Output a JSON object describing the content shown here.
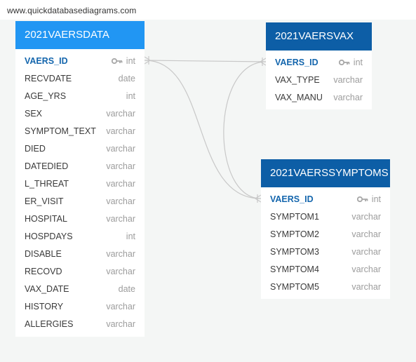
{
  "watermark": "www.quickdatabasediagrams.com",
  "tables": {
    "vaersdata": {
      "name": "2021VAERSDATA",
      "fields": [
        {
          "name": "VAERS_ID",
          "type": "int",
          "pk": true
        },
        {
          "name": "RECVDATE",
          "type": "date"
        },
        {
          "name": "AGE_YRS",
          "type": "int"
        },
        {
          "name": "SEX",
          "type": "varchar"
        },
        {
          "name": "SYMPTOM_TEXT",
          "type": "varchar"
        },
        {
          "name": "DIED",
          "type": "varchar"
        },
        {
          "name": "DATEDIED",
          "type": "varchar"
        },
        {
          "name": "L_THREAT",
          "type": "varchar"
        },
        {
          "name": "ER_VISIT",
          "type": "varchar"
        },
        {
          "name": "HOSPITAL",
          "type": "varchar"
        },
        {
          "name": "HOSPDAYS",
          "type": "int"
        },
        {
          "name": "DISABLE",
          "type": "varchar"
        },
        {
          "name": "RECOVD",
          "type": "varchar"
        },
        {
          "name": "VAX_DATE",
          "type": "date"
        },
        {
          "name": "HISTORY",
          "type": "varchar"
        },
        {
          "name": "ALLERGIES",
          "type": "varchar"
        }
      ]
    },
    "vaersvax": {
      "name": "2021VAERSVAX",
      "fields": [
        {
          "name": "VAERS_ID",
          "type": "int",
          "pk": true
        },
        {
          "name": "VAX_TYPE",
          "type": "varchar"
        },
        {
          "name": "VAX_MANU",
          "type": "varchar"
        }
      ]
    },
    "vaerssymptoms": {
      "name": "2021VAERSSYMPTOMS",
      "fields": [
        {
          "name": "VAERS_ID",
          "type": "int",
          "pk": true
        },
        {
          "name": "SYMPTOM1",
          "type": "varchar"
        },
        {
          "name": "SYMPTOM2",
          "type": "varchar"
        },
        {
          "name": "SYMPTOM3",
          "type": "varchar"
        },
        {
          "name": "SYMPTOM4",
          "type": "varchar"
        },
        {
          "name": "SYMPTOM5",
          "type": "varchar"
        }
      ]
    }
  },
  "relationships": [
    {
      "from": "2021VAERSDATA.VAERS_ID",
      "to": "2021VAERSVAX.VAERS_ID"
    },
    {
      "from": "2021VAERSDATA.VAERS_ID",
      "to": "2021VAERSSYMPTOMS.VAERS_ID"
    },
    {
      "from": "2021VAERSVAX.VAERS_ID",
      "to": "2021VAERSSYMPTOMS.VAERS_ID"
    }
  ],
  "colors": {
    "header_light": "#2196f3",
    "header_dark": "#0d5ea6",
    "pk_text": "#1466ad",
    "connector": "#c8c8c8"
  }
}
